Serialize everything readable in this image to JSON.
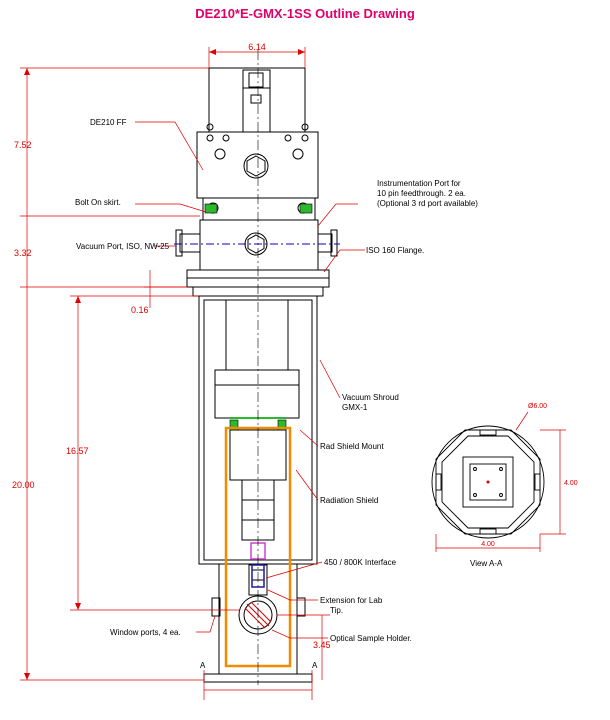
{
  "title": "DE210*E-GMX-1SS Outline Drawing",
  "dimensions": {
    "width_top": "6.14",
    "h_top": "7.52",
    "h_mid": "3.32",
    "flange": "0.16",
    "h_shroud": "16.57",
    "h_total": "20.00",
    "h_bottom": "3.45",
    "view_dia": "Ø6.00",
    "view_w": "4.00",
    "view_h": "4.00"
  },
  "section_marks": [
    "A",
    "A"
  ],
  "labels": {
    "de210": "DE210 FF",
    "instr_1": "Instrumentation Port for",
    "instr_2": "10 pin feedthrough. 2 ea.",
    "instr_3": "(Optional 3 rd port available)",
    "bolt": "Bolt On skirt.",
    "vacuum_port": "Vacuum Port, ISO, NW-25",
    "iso_flange": "ISO 160 Flange.",
    "shroud_1": "Vacuum Shroud",
    "shroud_2": "GMX-1",
    "rad_mount": "Rad Shield Mount",
    "rad_shield": "Radiation Shield",
    "interface": "450 / 800K Interface",
    "ext_1": "Extension for Lab",
    "ext_2": "Tip.",
    "window": "Window ports, 4 ea.",
    "sample": "Optical Sample Holder.",
    "view": "View A-A"
  },
  "colors": {
    "title": "#e0006a",
    "dimension": "#e00000",
    "shield": "#f08c00",
    "mount": "#2eb82e",
    "axis": "#0000cc",
    "interface": "#d040d0"
  }
}
